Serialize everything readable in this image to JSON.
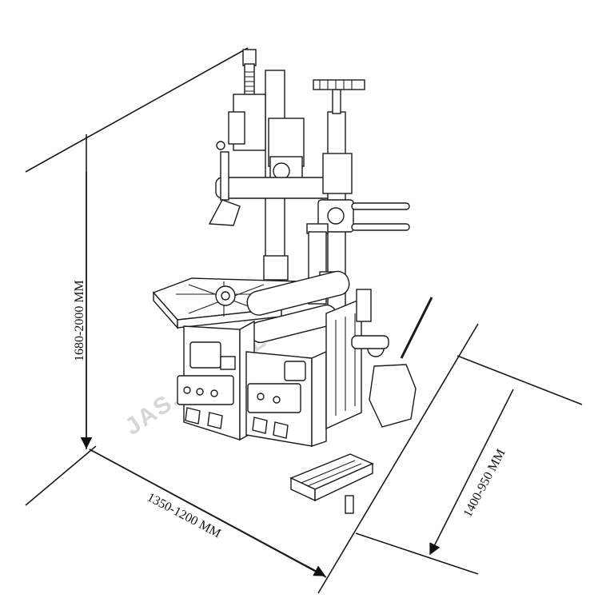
{
  "dimensions": {
    "height": "1680-2000 MM",
    "width": "1350-1200 MM",
    "depth": "1400-950 MM"
  },
  "watermark": "JAS... CO., LTD."
}
